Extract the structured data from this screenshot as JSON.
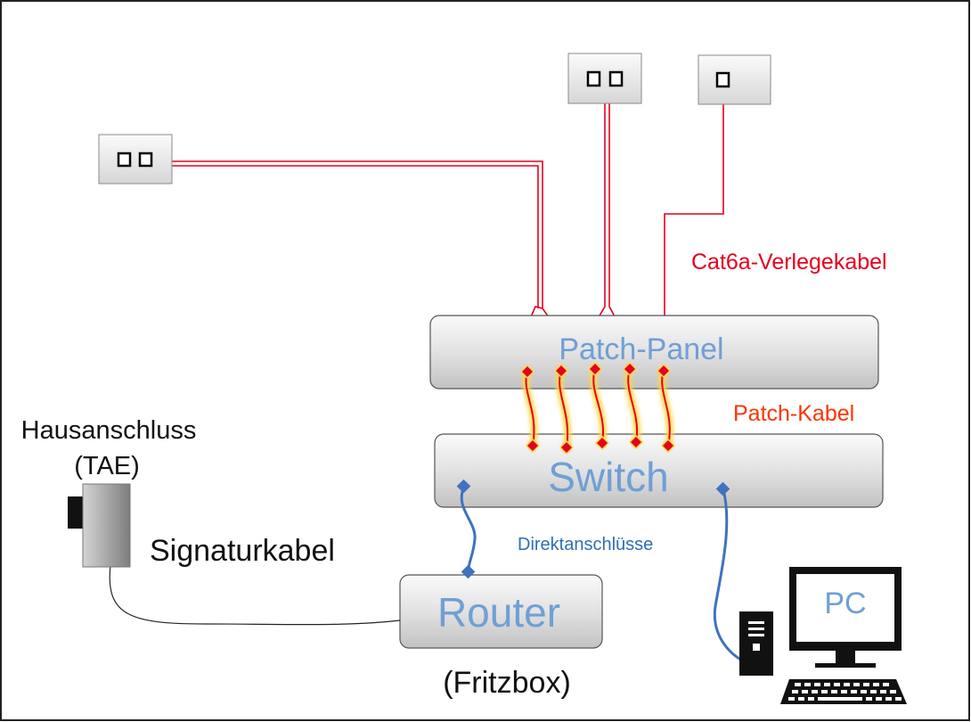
{
  "labels": {
    "patch_panel": "Patch-Panel",
    "switch": "Switch",
    "router": "Router",
    "fritzbox": "(Fritzbox)",
    "pc": "PC",
    "house_connection": "Hausanschluss",
    "tae": "(TAE)",
    "signal_cable": "Signaturkabel",
    "cat6a_cable": "Cat6a-Verlegekabel",
    "patch_cable": "Patch-Kabel",
    "direct_connections": "Direktanschlüsse"
  },
  "colors": {
    "cat6a": "#e4001e",
    "patch": "#e4001e",
    "patch_glow": "#ffd84a",
    "direct": "#3f72bf",
    "device_text": "#6f9fd6",
    "direct_text": "#2f6eb5",
    "patch_label": "#ff3300",
    "cat6a_label": "#e4001e"
  },
  "icons": {
    "wall_socket_double": "double-ethernet-socket-icon",
    "wall_socket_single": "single-ethernet-socket-icon",
    "tae": "tae-socket-icon",
    "pc": "desktop-computer-icon"
  }
}
